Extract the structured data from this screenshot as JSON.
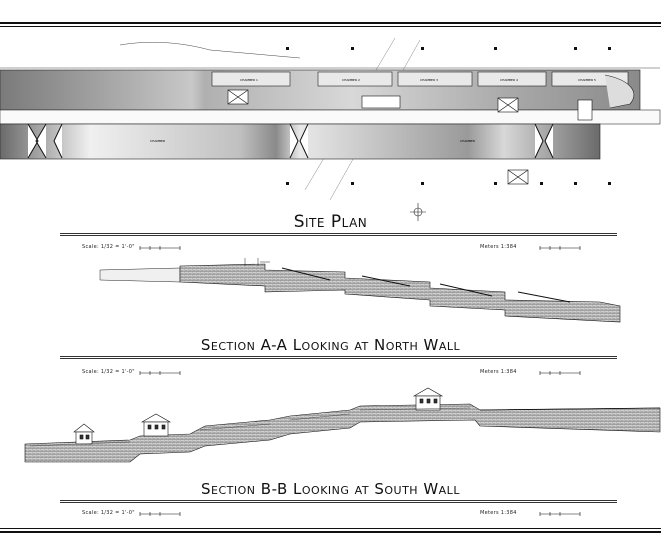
{
  "titles": {
    "site_plan": "Site Plan",
    "section_a": "Section A-A Looking at North Wall",
    "section_b": "Section B-B Looking at South Wall"
  },
  "scales": {
    "imperial": "Scale: 1/32 = 1'-0\"",
    "metric": "Meters 1:384"
  },
  "plan_labels": {
    "chamber_1": "CHAMBER 1",
    "chamber_2": "CHAMBER 2",
    "chamber_3": "CHAMBER 3",
    "chamber_4": "CHAMBER 4",
    "chamber_5": "CHAMBER 5",
    "chamber_main": "CHAMBER",
    "chamber_main_2": "CHAMBER"
  },
  "colors": {
    "line": "#111111",
    "fill_dark": "#6a6a6a",
    "fill_light": "#e4e4e4"
  }
}
